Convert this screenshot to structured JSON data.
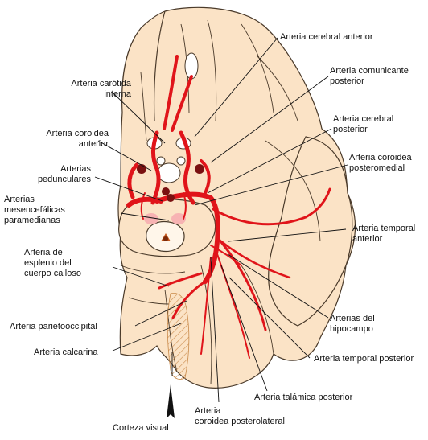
{
  "labels": {
    "cerebral_anterior": "Arteria cerebral anterior",
    "comunicante_posterior": "Arteria comunicante\nposterior",
    "carotida_interna": "Arteria carótida\ninterna",
    "cerebral_posterior": "Arteria cerebral\nposterior",
    "coroidea_anterior": "Arteria coroidea\nanterior",
    "coroidea_posteromedial": "Arteria coroidea\nposteromedial",
    "pedunculares": "Arterias\npedunculares",
    "mesencefalicas": "Arterias\nmesencefálicas\nparamedianas",
    "temporal_anterior": "Arteria temporal\nanterior",
    "esplenio": "Arteria de\nesplenio del\ncuerpo calloso",
    "parietooccipital": "Arteria parietooccipital",
    "hipocampo": "Arterias del\nhipocampo",
    "calcarina": "Arteria calcarina",
    "temporal_posterior": "Arteria temporal posterior",
    "talamica_posterior": "Arteria talámica posterior",
    "coroidea_posterolateral": "Arteria\ncoroidea posterolateral",
    "corteza_visual": "Corteza visual"
  },
  "colors": {
    "tissue": "#fbe3c6",
    "tissue_edge": "#4a3a2a",
    "artery": "#e0141a",
    "artery_dark": "#5a0c0c",
    "hatch": "#c98a4a",
    "leader": "#111111"
  }
}
